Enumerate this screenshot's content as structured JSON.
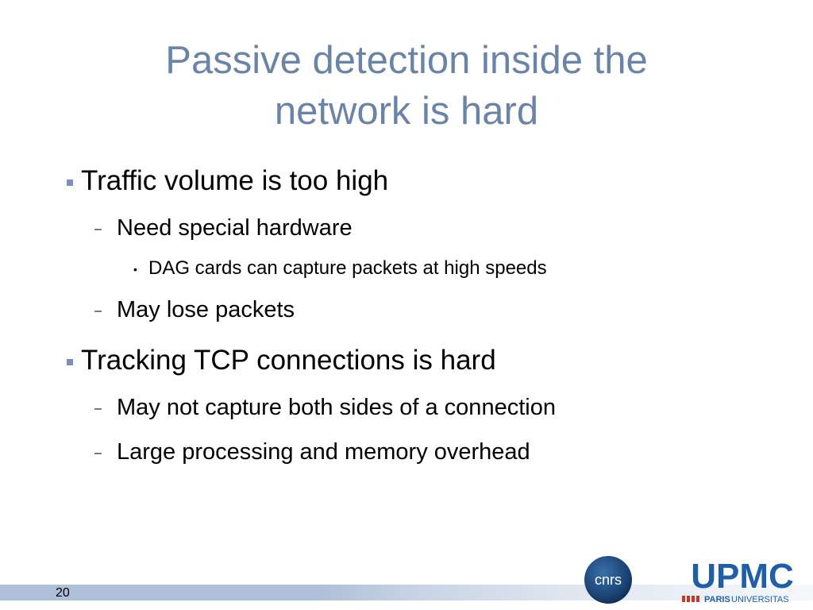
{
  "slide": {
    "title_line1": "Passive detection inside the",
    "title_line2": "network is hard",
    "bullets": [
      {
        "text": "Traffic volume is too high"
      },
      {
        "text": "Need special hardware"
      },
      {
        "text": "DAG cards can capture packets at high speeds"
      },
      {
        "text": "May lose packets"
      },
      {
        "text": "Tracking TCP connections is hard"
      },
      {
        "text": "May not capture both sides of a connection"
      },
      {
        "text": "Large processing and memory overhead"
      }
    ],
    "markers": {
      "level2": "–",
      "level3": "•"
    },
    "page_number": "20"
  },
  "logos": {
    "cnrs_text": "cnrs",
    "upmc_text": "UPMC",
    "upmc_tagline_a": "PARIS",
    "upmc_tagline_b": "UNIVERSITAS"
  },
  "colors": {
    "title": "#6a84a8",
    "bullet_square": "#7b8fb8",
    "footer_bar": "#aebfd8",
    "upmc_blue": "#1f5fa8",
    "upmc_red": "#c0392b"
  }
}
